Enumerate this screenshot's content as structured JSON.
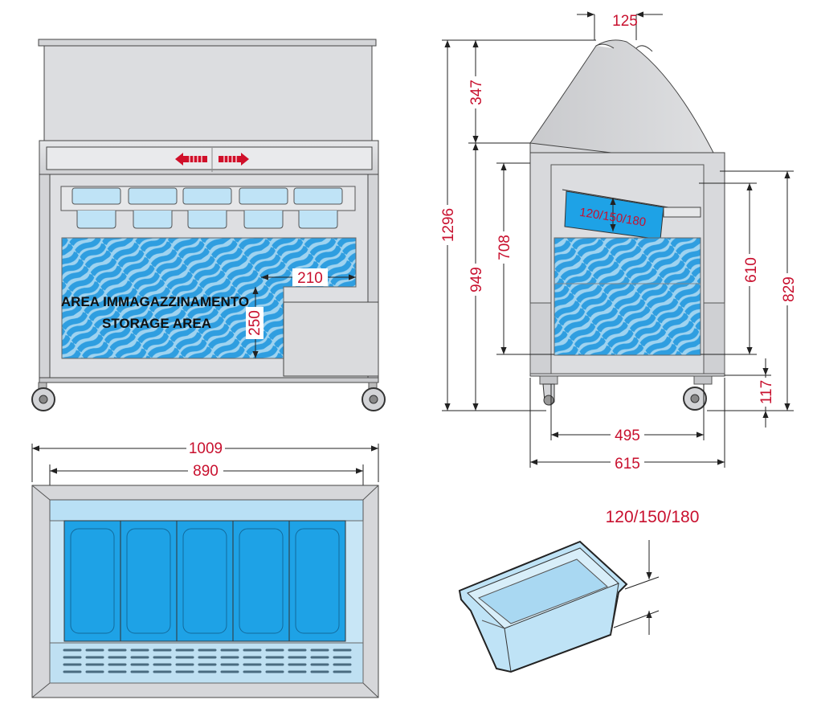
{
  "colors": {
    "cabinet": "#d9dadc",
    "cabinet_dark": "#b9bbbe",
    "panel": "#e4e5e7",
    "storage_fill": "#2e9fe0",
    "storage_light": "#a9d8f2",
    "pan_blue": "#1ea2e6",
    "pan_light": "#bfe3f6",
    "dimension_red": "#c8102e",
    "arrow_red": "#d0102a"
  },
  "front_view": {
    "storage_label_it": "AREA IMMAGAZZINAMENTO",
    "storage_label_en": "STORAGE AREA",
    "dim_step_width": "210",
    "dim_step_height": "250",
    "sliding_arrows_icon": "sliding-door-arrows-icon"
  },
  "side_view": {
    "dim_canopy_width": "125",
    "dim_canopy_height": "347",
    "dim_total_height": "1296",
    "dim_counter_height": "949",
    "dim_storage_height": "708",
    "dim_front_height": "610",
    "dim_rear_height": "829",
    "dim_foot_height": "117",
    "dim_wheelbase": "495",
    "dim_depth": "615",
    "pan_label": "120/150/180"
  },
  "top_view": {
    "dim_outer_width": "1009",
    "dim_inner_width": "890",
    "pan_count": 5
  },
  "pan_detail": {
    "dim_pan_heights": "120/150/180"
  }
}
